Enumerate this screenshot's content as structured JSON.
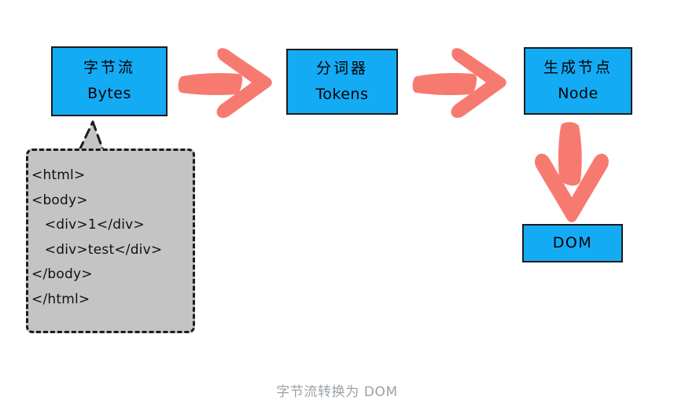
{
  "diagram": {
    "caption": "字节流转换为 DOM",
    "colors": {
      "node_fill": "#14ABF5",
      "node_border": "#1c1c1c",
      "arrow": "#F77A70",
      "code_fill": "#c4c4c4",
      "caption_text": "#9ba1a6",
      "background": "#ffffff"
    },
    "nodes": [
      {
        "id": "bytes",
        "cn": "字节流",
        "en": "Bytes"
      },
      {
        "id": "tokens",
        "cn": "分词器",
        "en": "Tokens"
      },
      {
        "id": "node",
        "cn": "生成节点",
        "en": "Node"
      },
      {
        "id": "dom",
        "cn": "",
        "en": "DOM"
      }
    ],
    "arrows": [
      {
        "id": "bytes-to-tokens",
        "direction": "right"
      },
      {
        "id": "tokens-to-node",
        "direction": "right"
      },
      {
        "id": "node-to-dom",
        "direction": "down"
      }
    ],
    "code_callout": {
      "target": "bytes",
      "lines": [
        "<html>",
        "<body>",
        "   <div>1</div>",
        "   <div>test</div>",
        "</body>",
        "</html>"
      ]
    }
  }
}
